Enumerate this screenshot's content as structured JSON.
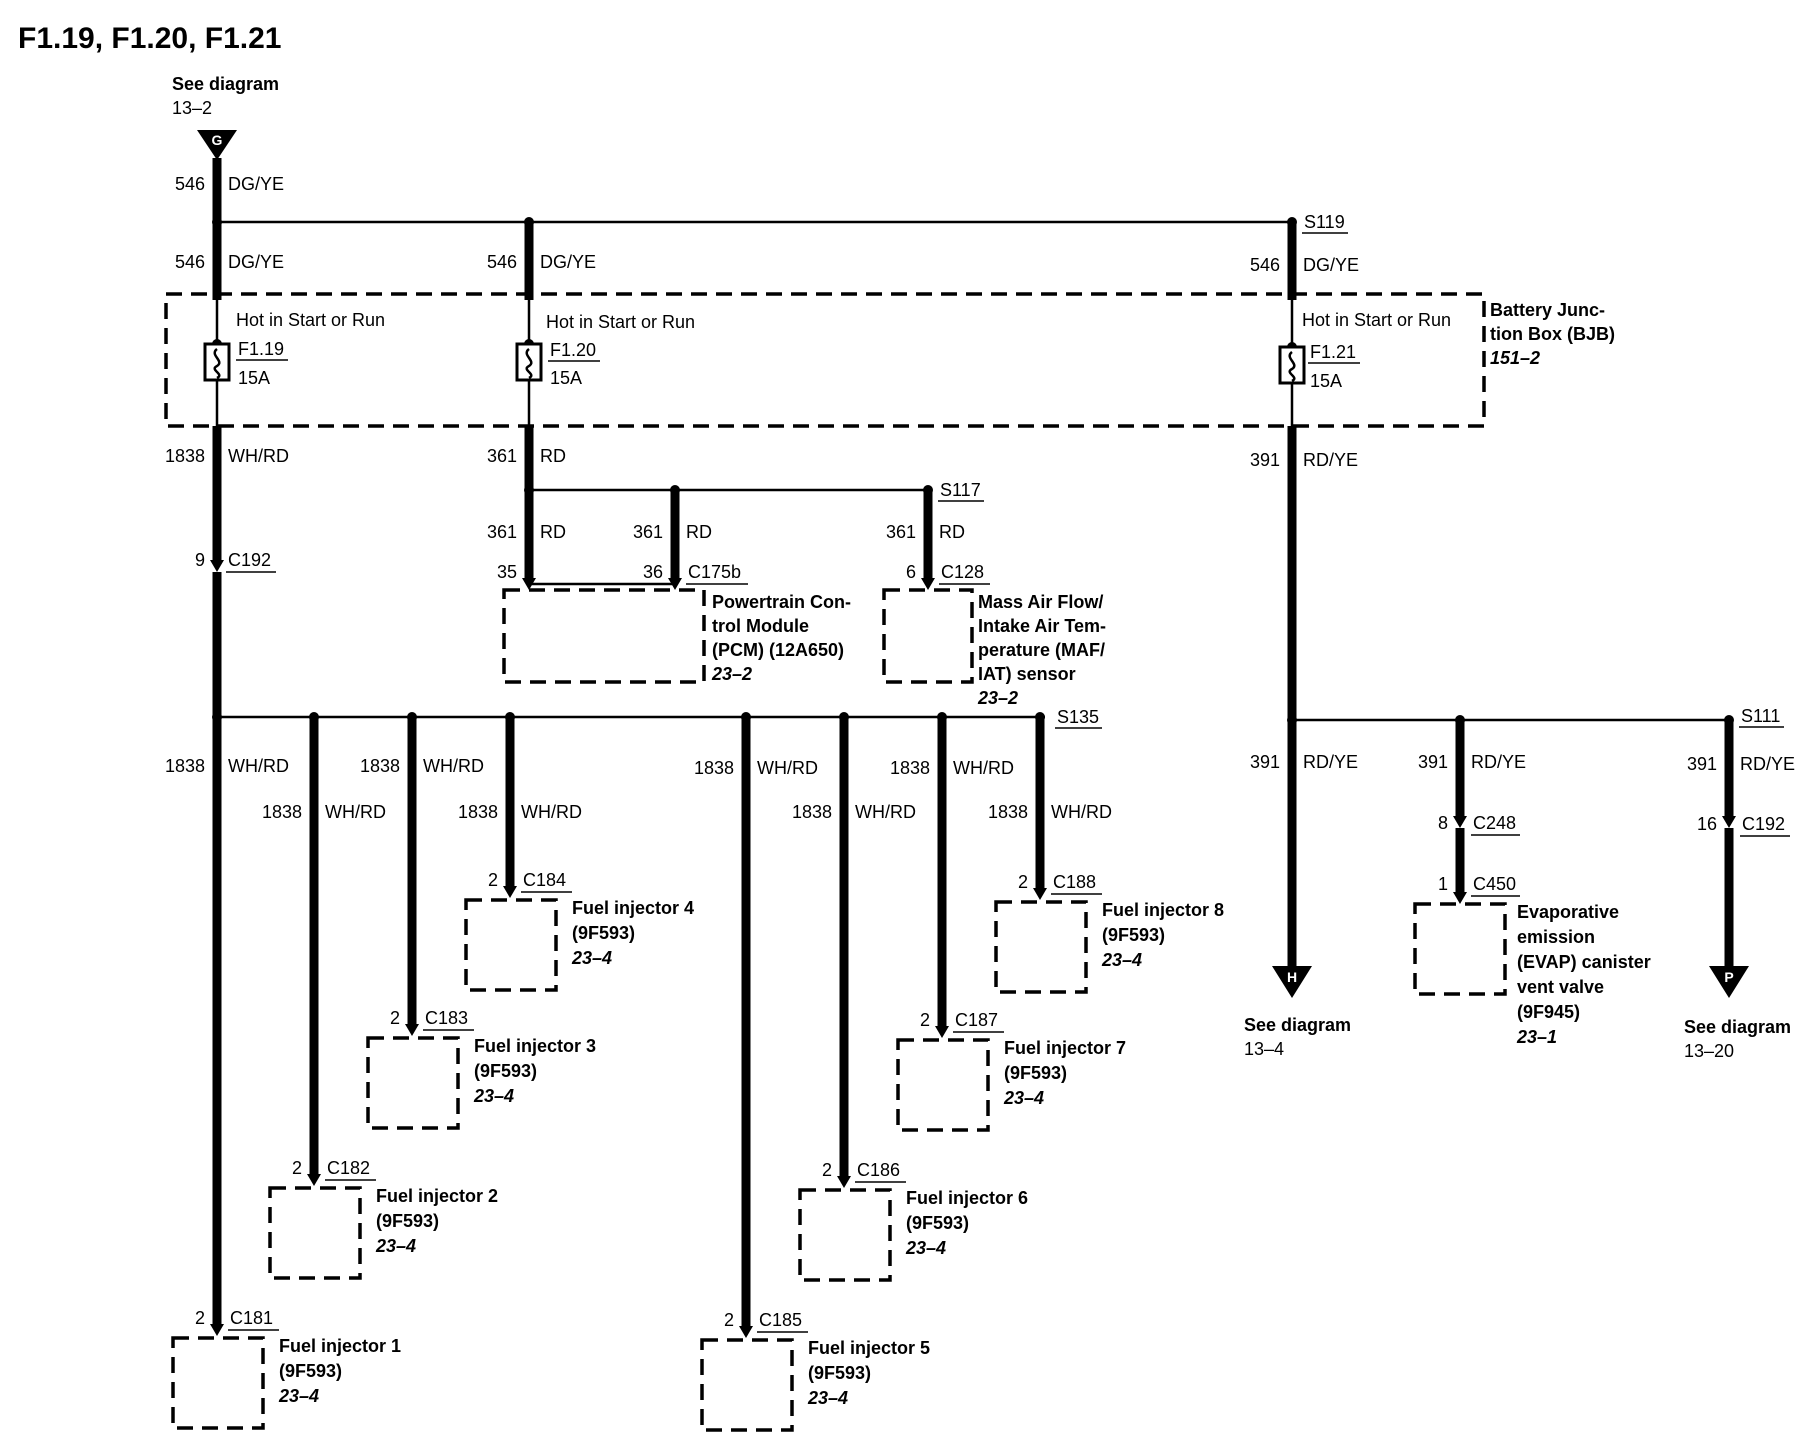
{
  "title": "F1.19, F1.20, F1.21",
  "top_ref": {
    "line1": "See diagram",
    "line2": "13–2",
    "letter": "G"
  },
  "splices": {
    "s119": "S119",
    "s117": "S117",
    "s135": "S135",
    "s111": "S111"
  },
  "bjb": {
    "line1": "Battery Junc-",
    "line2": "tion Box (BJB)",
    "ref": "151–2"
  },
  "fuses": [
    {
      "hot": "Hot in Start or Run",
      "name": "F1.19",
      "amps": "15A"
    },
    {
      "hot": "Hot in Start or Run",
      "name": "F1.20",
      "amps": "15A"
    },
    {
      "hot": "Hot in Start or Run",
      "name": "F1.21",
      "amps": "15A"
    }
  ],
  "wires": {
    "dgye": {
      "num": "546",
      "color": "DG/YE"
    },
    "whrd": {
      "num": "1838",
      "color": "WH/RD"
    },
    "rd": {
      "num": "361",
      "color": "RD"
    },
    "rdye": {
      "num": "391",
      "color": "RD/YE"
    }
  },
  "connectors": {
    "c192a": {
      "pin": "9",
      "name": "C192"
    },
    "c175b_35": {
      "pin": "35"
    },
    "c175b_36": {
      "pin": "36",
      "name": "C175b"
    },
    "c128": {
      "pin": "6",
      "name": "C128"
    },
    "c248": {
      "pin": "8",
      "name": "C248"
    },
    "c450": {
      "pin": "1",
      "name": "C450"
    },
    "c192b": {
      "pin": "16",
      "name": "C192"
    }
  },
  "pcm": {
    "l1": "Powertrain Con-",
    "l2": "trol Module",
    "l3": "(PCM) (12A650)",
    "ref": "23–2"
  },
  "maf": {
    "l1": "Mass Air Flow/",
    "l2": "Intake Air Tem-",
    "l3": "perature (MAF/",
    "l4": "IAT) sensor",
    "ref": "23–2"
  },
  "injectors": [
    {
      "pin": "2",
      "conn": "C181",
      "name": "Fuel injector 1",
      "part": "(9F593)",
      "ref": "23–4"
    },
    {
      "pin": "2",
      "conn": "C182",
      "name": "Fuel injector 2",
      "part": "(9F593)",
      "ref": "23–4"
    },
    {
      "pin": "2",
      "conn": "C183",
      "name": "Fuel injector 3",
      "part": "(9F593)",
      "ref": "23–4"
    },
    {
      "pin": "2",
      "conn": "C184",
      "name": "Fuel injector 4",
      "part": "(9F593)",
      "ref": "23–4"
    },
    {
      "pin": "2",
      "conn": "C185",
      "name": "Fuel injector 5",
      "part": "(9F593)",
      "ref": "23–4"
    },
    {
      "pin": "2",
      "conn": "C186",
      "name": "Fuel injector 6",
      "part": "(9F593)",
      "ref": "23–4"
    },
    {
      "pin": "2",
      "conn": "C187",
      "name": "Fuel injector 7",
      "part": "(9F593)",
      "ref": "23–4"
    },
    {
      "pin": "2",
      "conn": "C188",
      "name": "Fuel injector 8",
      "part": "(9F593)",
      "ref": "23–4"
    }
  ],
  "evap": {
    "l1": "Evaporative",
    "l2": "emission",
    "l3": "(EVAP) canister",
    "l4": "vent valve",
    "l5": "(9F945)",
    "ref": "23–1"
  },
  "out_h": {
    "letter": "H",
    "line1": "See diagram",
    "line2": "13–4"
  },
  "out_p": {
    "letter": "P",
    "line1": "See diagram",
    "line2": "13–20"
  }
}
